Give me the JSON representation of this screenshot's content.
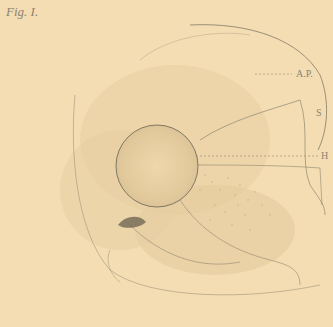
{
  "diagram": {
    "title": "Fig. I.",
    "labels": [
      "A.P.",
      "S",
      "H"
    ]
  }
}
